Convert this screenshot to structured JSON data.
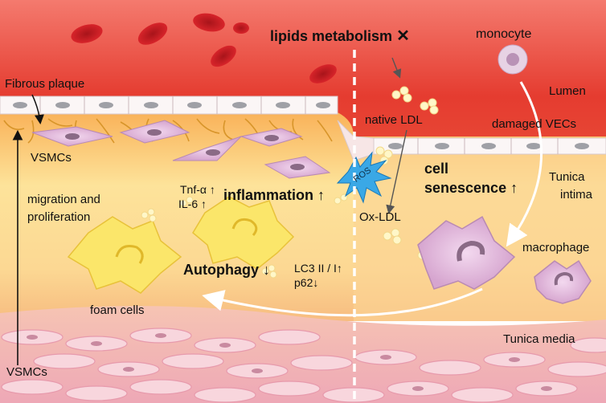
{
  "labels": {
    "fibrous_plaque": "Fibrous plaque",
    "vsmcs_top": "VSMCs",
    "migration": "migration and",
    "proliferation": "proliferation",
    "tnf": "Tnf-α ↑",
    "il6": "IL-6 ↑",
    "inflammation": "inflammation ↑",
    "autophagy": "Autophagy ↓",
    "lc3": "LC3 II / I↑",
    "p62": "p62↓",
    "foam_cells": "foam cells",
    "vsmcs_bottom": "VSMCs",
    "lipids_metabolism": "lipids metabolism",
    "lipids_cross": "✕",
    "native_ldl": "native LDL",
    "ros": "ROS",
    "ox_ldl": "Ox-LDL",
    "cell": "cell",
    "senescence": "senescence ↑",
    "monocyte": "monocyte",
    "lumen": "Lumen",
    "damaged_vecs": "damaged VECs",
    "tunica": "Tunica",
    "intima": "intima",
    "macrophage": "macrophage",
    "tunica_media": "Tunica media"
  },
  "colors": {
    "lumen_red": "#e8483a",
    "intima_yellow": "#fbe08a",
    "media_pink": "#f2b3bf",
    "cell_purple": "#e2b6dc",
    "ros_blue": "#3aa8e6"
  }
}
